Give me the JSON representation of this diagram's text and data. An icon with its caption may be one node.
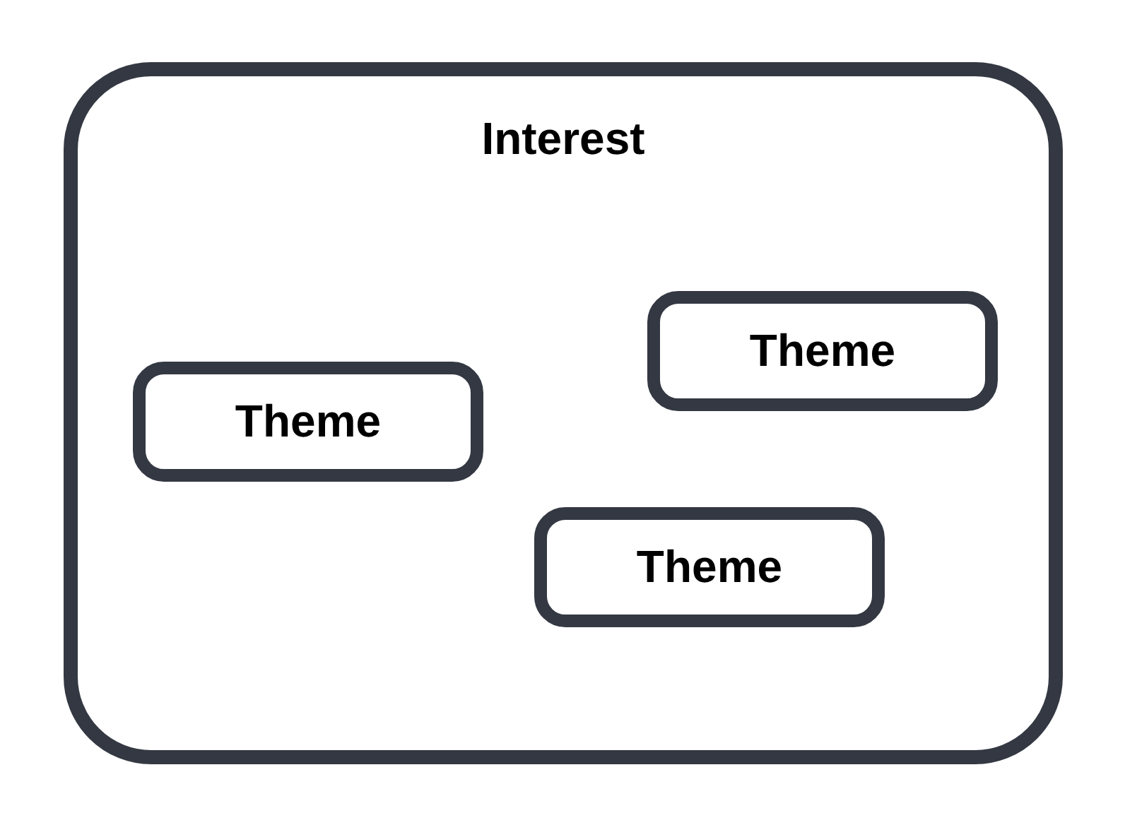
{
  "diagram": {
    "nodes": [
      {
        "text": [
          "Interest"
        ]
      },
      {
        "text": [
          "Theme"
        ],
        "in": 0
      },
      {
        "text": [
          "Theme"
        ],
        "in": 0
      },
      {
        "text": [
          "Theme"
        ],
        "in": 0
      }
    ]
  }
}
